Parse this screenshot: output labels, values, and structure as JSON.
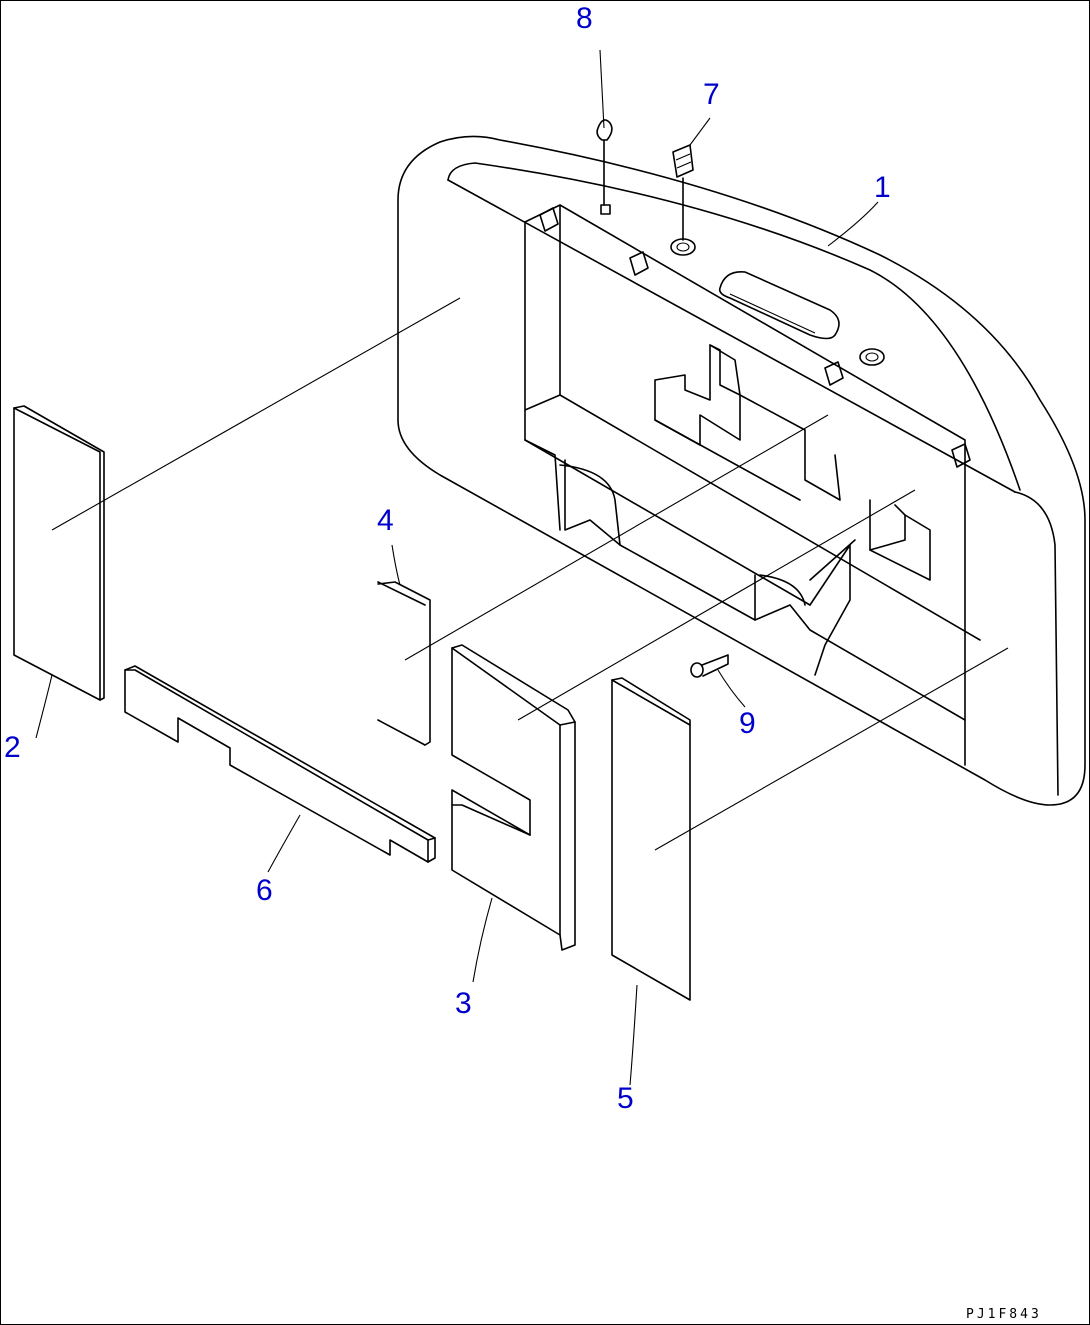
{
  "diagram": {
    "callouts": [
      {
        "id": "1",
        "label": "1"
      },
      {
        "id": "2",
        "label": "2"
      },
      {
        "id": "3",
        "label": "3"
      },
      {
        "id": "4",
        "label": "4"
      },
      {
        "id": "5",
        "label": "5"
      },
      {
        "id": "6",
        "label": "6"
      },
      {
        "id": "7",
        "label": "7"
      },
      {
        "id": "8",
        "label": "8"
      },
      {
        "id": "9",
        "label": "9"
      }
    ],
    "drawing_code": "PJ1F843",
    "colors": {
      "callout": "#0000cc",
      "line": "#000000",
      "background": "#ffffff"
    }
  }
}
